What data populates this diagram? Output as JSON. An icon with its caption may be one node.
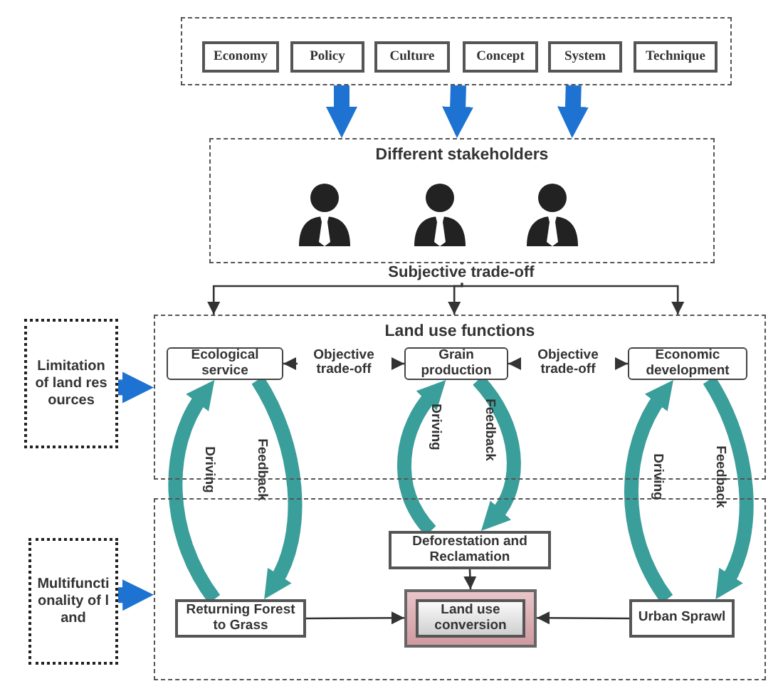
{
  "diagram": {
    "nodes": [
      {
        "text": [],
        "shape": "box"
      },
      {
        "text": [
          "Economy"
        ],
        "in": 0
      },
      {
        "text": [
          "Policy"
        ],
        "in": 0
      },
      {
        "text": [
          "Culture"
        ],
        "in": 0
      },
      {
        "text": [
          "Concept"
        ],
        "in": 0
      },
      {
        "text": [
          "System"
        ],
        "in": 0
      },
      {
        "text": [
          "Technique"
        ],
        "in": 0
      },
      {
        "text": [
          "Different stakeholders"
        ]
      },
      {
        "text": [
          "Land use functions"
        ]
      },
      {
        "text": [
          "Ecological service"
        ],
        "in": 8
      },
      {
        "text": [
          "Grain production"
        ],
        "in": 8
      },
      {
        "text": [
          "Economic development"
        ],
        "in": 8
      },
      {
        "text": [],
        "shape": "box"
      },
      {
        "text": [
          "Deforestation and Reclamation"
        ],
        "in": 12
      },
      {
        "text": [
          "Returning Forest to Grass"
        ],
        "in": 12
      },
      {
        "text": [
          "Land use conversion"
        ],
        "in": 12
      },
      {
        "text": [
          "Urban Sprawl"
        ],
        "in": 12
      },
      {
        "text": [
          "Limitation of land resources"
        ]
      },
      {
        "text": [
          "Multifunctionality of land"
        ]
      }
    ],
    "edges": [
      {
        "from": 0,
        "to": 7,
        "arrow": "to",
        "color": "#1e73d2"
      },
      {
        "from": 0,
        "to": 7,
        "arrow": "to",
        "color": "#1e73d2"
      },
      {
        "from": 0,
        "to": 7,
        "arrow": "to",
        "color": "#1e73d2"
      },
      {
        "from": 7,
        "to": 8,
        "arrow": "to",
        "color": "#333333"
      },
      {
        "from": 7,
        "to": 8,
        "arrow": "to",
        "label": "Subjective trade-off",
        "color": "#333333"
      },
      {
        "from": 7,
        "to": 8,
        "arrow": "to",
        "color": "#333333"
      },
      {
        "from": 9,
        "to": 10,
        "arrow": "both",
        "label": "Objective trade-off",
        "color": "#333333"
      },
      {
        "from": 10,
        "to": 11,
        "arrow": "both",
        "label": "Objective trade-off",
        "color": "#333333"
      },
      {
        "from": 17,
        "to": 8,
        "arrow": "to",
        "color": "#1e73d2"
      },
      {
        "from": 18,
        "to": 12,
        "arrow": "to",
        "color": "#1e73d2"
      },
      {
        "from": 14,
        "to": 9,
        "arrow": "to",
        "label": "Driving",
        "color": "#3a9e9a"
      },
      {
        "from": 9,
        "to": 14,
        "arrow": "to",
        "label": "Feedback",
        "color": "#3a9e9a"
      },
      {
        "from": 13,
        "to": 10,
        "arrow": "to",
        "label": "Driving",
        "color": "#3a9e9a"
      },
      {
        "from": 10,
        "to": 13,
        "arrow": "to",
        "label": "Feedback",
        "color": "#3a9e9a"
      },
      {
        "from": 16,
        "to": 11,
        "arrow": "to",
        "label": "Driving",
        "color": "#3a9e9a"
      },
      {
        "from": 11,
        "to": 16,
        "arrow": "to",
        "label": "Feedback",
        "color": "#3a9e9a"
      },
      {
        "from": 13,
        "to": 15,
        "arrow": "to",
        "color": "#333333"
      },
      {
        "from": 14,
        "to": 15,
        "arrow": "to",
        "color": "#333333"
      },
      {
        "from": 16,
        "to": 15,
        "arrow": "to",
        "color": "#333333"
      }
    ]
  }
}
